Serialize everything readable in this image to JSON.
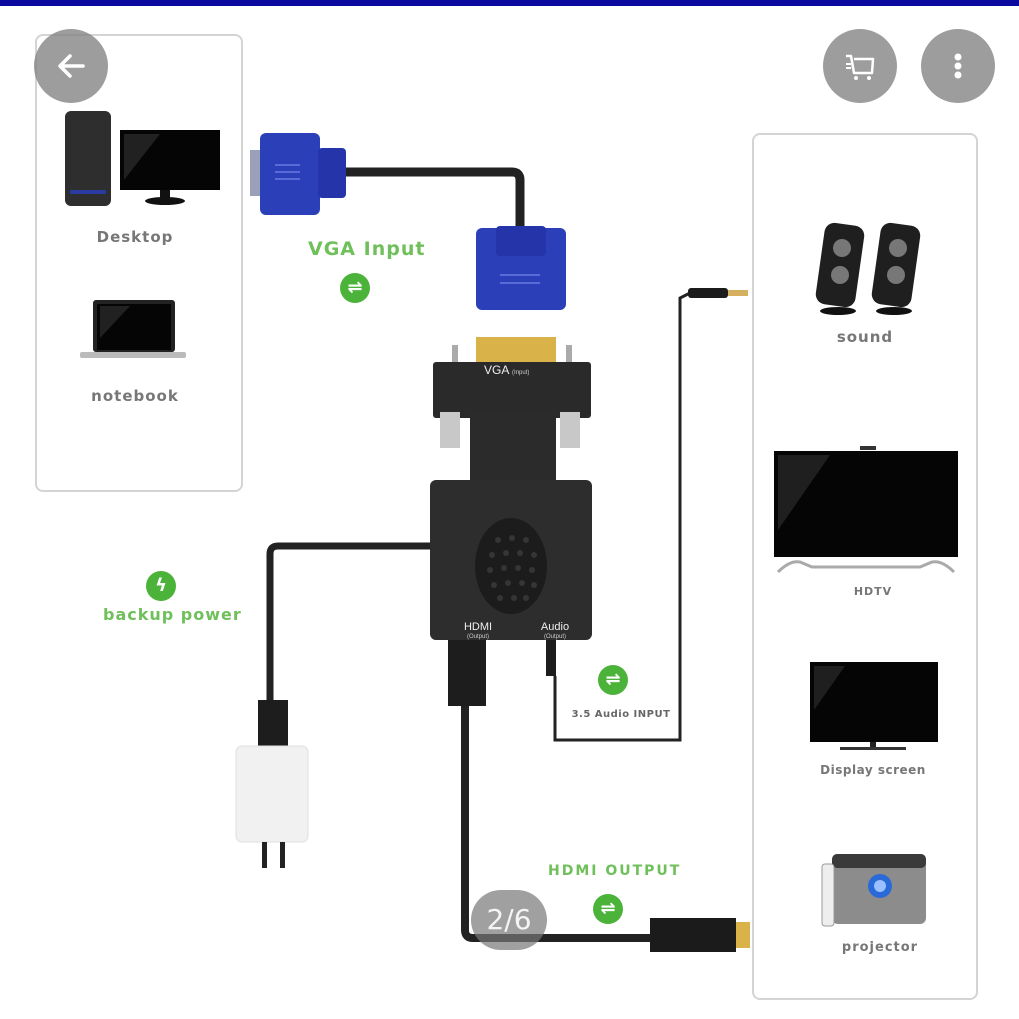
{
  "viewer": {
    "counter": "2/6",
    "back_icon": "arrow-left-icon",
    "cart_icon": "shopping-cart-icon",
    "menu_icon": "more-vertical-icon"
  },
  "image": {
    "left_panel": {
      "items": [
        {
          "label": "Desktop",
          "icon": "desktop-computer-icon"
        },
        {
          "label": "notebook",
          "icon": "laptop-icon"
        }
      ]
    },
    "right_panel": {
      "items": [
        {
          "label": "sound",
          "icon": "speakers-icon"
        },
        {
          "label": "HDTV",
          "icon": "tv-icon"
        },
        {
          "label": "Display screen",
          "icon": "monitor-icon"
        },
        {
          "label": "projector",
          "icon": "projector-icon"
        }
      ]
    },
    "callouts": {
      "vga_input": "VGA Input",
      "backup_power": "backup power",
      "audio_input": "3.5 Audio INPUT",
      "hdmi_output": "HDMI OUTPUT"
    },
    "adapter": {
      "vga_label": "VGA",
      "vga_sub": "(Input)",
      "hdmi_label": "HDMI",
      "hdmi_sub": "(Output)",
      "audio_label": "Audio",
      "audio_sub": "(Output)"
    },
    "colors": {
      "accent_green": "#4cb33a",
      "vga_blue": "#2b3fb8",
      "top_bar": "#0a0aa0"
    }
  }
}
